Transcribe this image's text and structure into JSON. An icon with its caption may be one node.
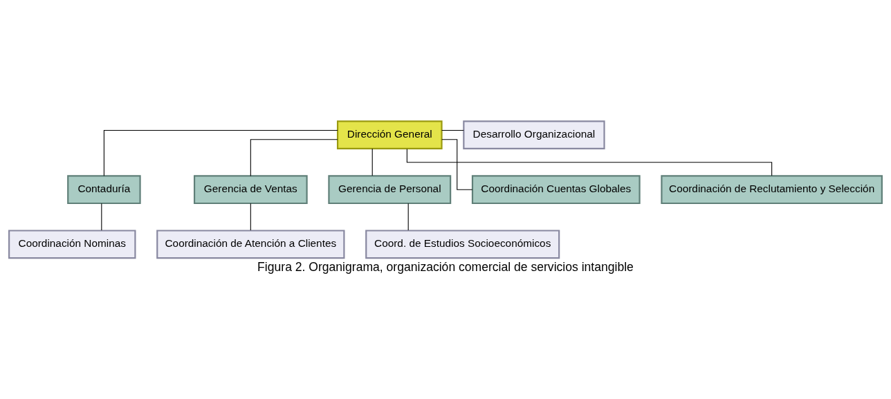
{
  "diagram": {
    "caption": "Figura 2. Organigrama, organización comercial de servicios intangible",
    "nodes": [
      {
        "text": [
          "Dirección General"
        ]
      },
      {
        "text": [
          "Desarrollo Organizacional"
        ]
      },
      {
        "text": [
          "Contaduría"
        ]
      },
      {
        "text": [
          "Gerencia de Ventas"
        ]
      },
      {
        "text": [
          "Gerencia de Personal"
        ]
      },
      {
        "text": [
          "Coordinación Cuentas Globales"
        ]
      },
      {
        "text": [
          "Coordinación de Reclutamiento y Selección"
        ]
      },
      {
        "text": [
          "Coordinación Nominas"
        ]
      },
      {
        "text": [
          "Coordinación de Atención a Clientes"
        ]
      },
      {
        "text": [
          "Coord. de Estudios Socioeconómicos"
        ]
      }
    ],
    "edges": [
      {
        "from": 0,
        "to": 1,
        "arrow": "none"
      },
      {
        "from": 0,
        "to": 2,
        "arrow": "none"
      },
      {
        "from": 0,
        "to": 3,
        "arrow": "none"
      },
      {
        "from": 0,
        "to": 4,
        "arrow": "none"
      },
      {
        "from": 0,
        "to": 5,
        "arrow": "none"
      },
      {
        "from": 0,
        "to": 6,
        "arrow": "none"
      },
      {
        "from": 2,
        "to": 7,
        "arrow": "none"
      },
      {
        "from": 3,
        "to": 8,
        "arrow": "none"
      },
      {
        "from": 4,
        "to": 9,
        "arrow": "none"
      }
    ]
  }
}
